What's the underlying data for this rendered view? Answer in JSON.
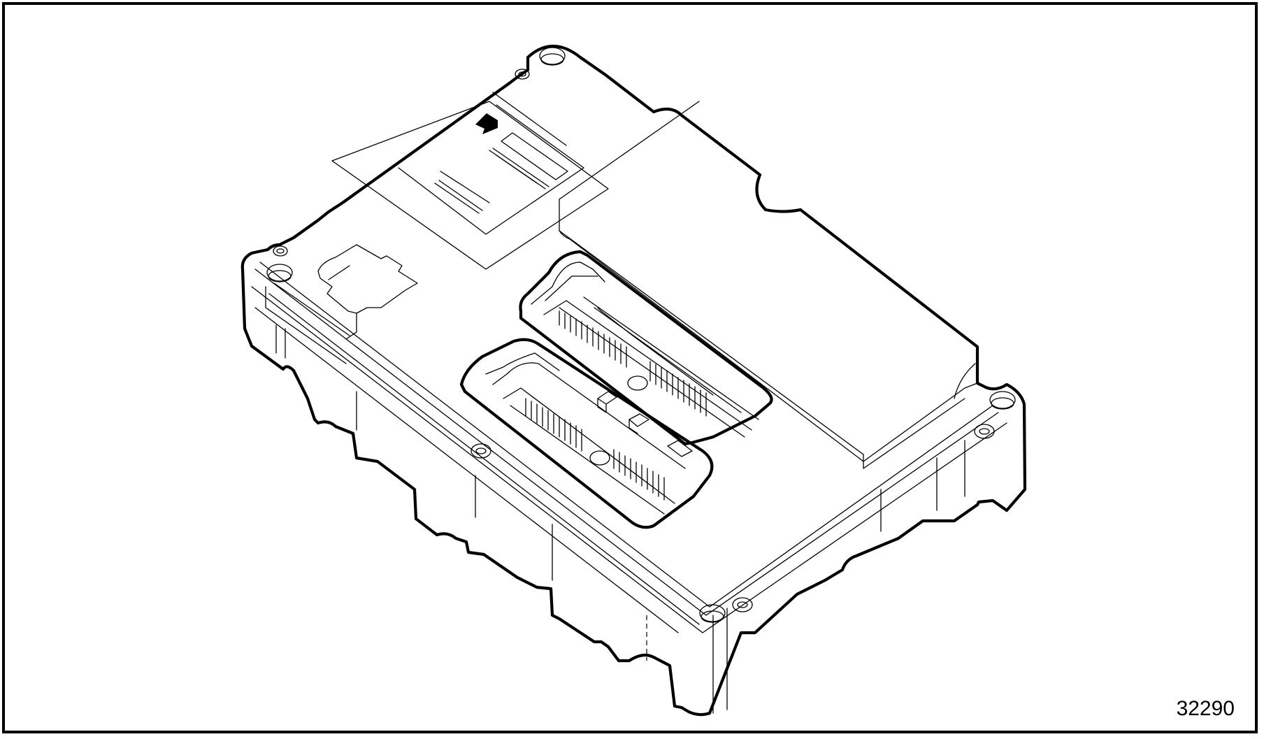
{
  "figure": {
    "number": "32290",
    "subject": "electronic control module, isometric line drawing",
    "components": [
      "housing",
      "top-cover",
      "label-area",
      "arrow-marking",
      "connector-upper",
      "connector-lower",
      "mounting-holes",
      "mounting-bosses"
    ],
    "colors": {
      "line": "#000000",
      "background": "#ffffff"
    }
  }
}
